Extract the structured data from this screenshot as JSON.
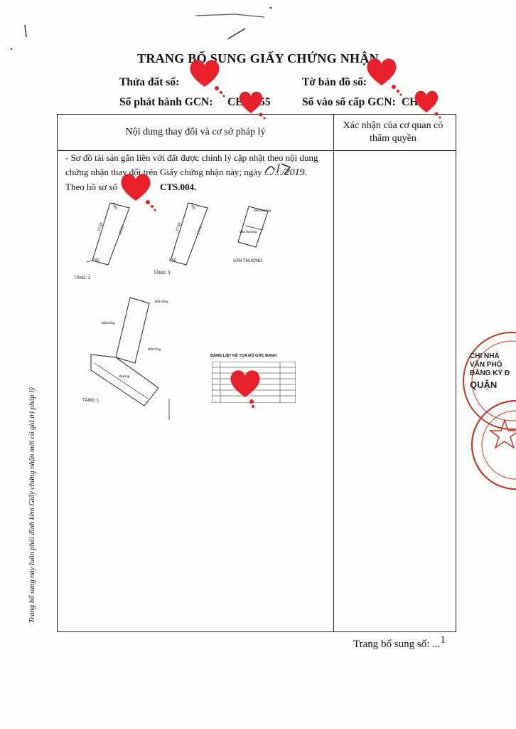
{
  "document": {
    "title": "TRANG BỔ SUNG GIẤY CHỨNG NHẬN",
    "fields": {
      "thua_dat": "Thửa đất số:",
      "to_ban_do": "Tờ bản đồ số:",
      "so_phat_hanh": "Số phát hành GCN:",
      "so_phat_hanh_value": "CE",
      "so_phat_hanh_suffix": "55",
      "so_vao_so": "Số vào sổ cấp GCN:",
      "so_vao_so_value": "CH"
    },
    "table": {
      "header_left": "Nội dung thay đổi và cơ sở pháp lý",
      "header_right": "Xác nhận của cơ quan có thẩm quyền",
      "content_line1": "- Sơ đồ tài sản gắn liền với đất được chỉnh lý cập nhật theo nội dung",
      "content_line2": "chứng nhận thay đổi trên Giấy chứng nhận này; ngày",
      "content_date": ".../.../2019.",
      "content_line3": "Theo hồ sơ số",
      "content_code": "CTS.004."
    },
    "diagrams": {
      "floor2": "TẦNG: 2",
      "floor3": "TẦNG: 3",
      "rooftop": "SÂN THƯỢNG",
      "floor1": "TẦNG: 1",
      "coord_title": "BẢNG LIỆT KÊ TỌA ĐỘ GÓC RANH"
    },
    "side_note": "Trang bổ sung này luôn phải đính kèm Giấy chứng nhận mới có giá trị pháp lý",
    "footer": {
      "label": "Trang bổ sung số:",
      "number": "1"
    },
    "stamp": {
      "text_top": "CHI NHÁ",
      "text_2": "VĂN PHÒ",
      "text_3": "ĐĂNG KÝ Đ",
      "text_4": "QUẬN"
    },
    "colors": {
      "heart": "#e8202a",
      "stamp": "#c0392b",
      "ink": "#111111"
    }
  }
}
